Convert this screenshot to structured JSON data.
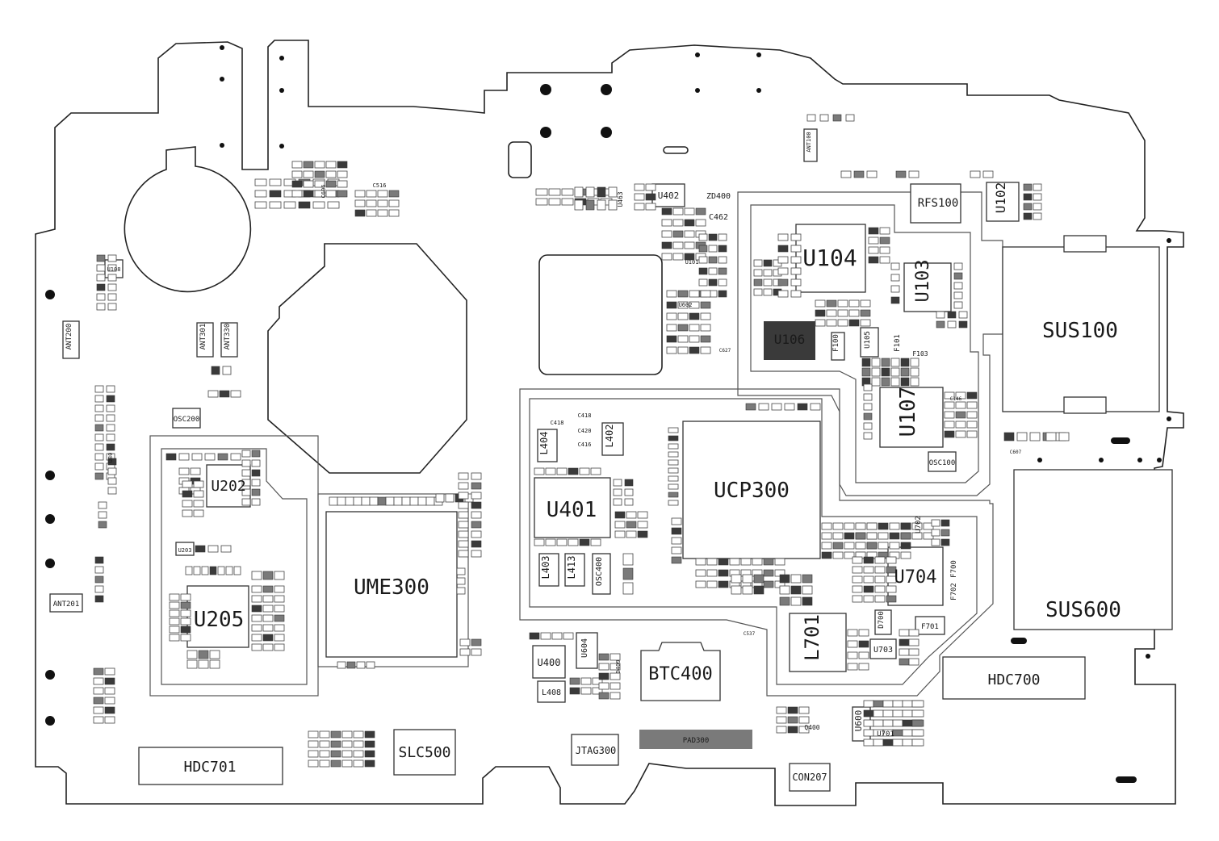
{
  "board": {
    "colors": {
      "outline": "#222222",
      "pad_dark": "#3a3a3a",
      "pad_mid": "#7a7a7a",
      "pad_label": "#555555"
    },
    "components": {
      "u104": "U104",
      "u103": "U103",
      "u106": "U106",
      "u107": "U107",
      "u102": "U102",
      "rfs100": "RFS100",
      "sus100": "SUS100",
      "sus600": "SUS600",
      "ucp300": "UCP300",
      "u401": "U401",
      "ume300": "UME300",
      "u202": "U202",
      "u205": "U205",
      "u704": "U704",
      "l701": "L701",
      "btc400": "BTC400",
      "hdc700": "HDC700",
      "hdc701": "HDC701",
      "slc500": "SLC500",
      "jtag300": "JTAG300",
      "pad300": "PAD300",
      "con207": "CON207",
      "u402": "U402",
      "zd400": "ZD400",
      "c462": "C462",
      "u400": "U400",
      "l408": "L408",
      "u604": "U604",
      "osc200": "OSC200",
      "osc100": "OSC100",
      "osc400": "OSC400",
      "ant200": "ANT200",
      "ant201": "ANT201",
      "ant301": "ANT301",
      "ant330": "ANT330",
      "ant100": "ANT100",
      "u600": "U600",
      "u701": "U701",
      "u703": "U703",
      "d700": "D700",
      "f701": "F701",
      "f700": "F700",
      "f702": "F702",
      "u702": "U702",
      "f100": "F100",
      "f101": "F101",
      "f103": "F103",
      "u105": "U105",
      "l404": "L404",
      "l402": "L402",
      "l403": "L403",
      "l413": "L413",
      "c418": "C418",
      "c420": "C420",
      "c416": "C416",
      "c418b": "C418",
      "c516": "C516",
      "c146": "C146",
      "c607": "C607",
      "c537": "C537",
      "c627": "C627",
      "u203": "U203",
      "u108": "U108",
      "u463": "U463",
      "u101": "U101",
      "u602": "U602",
      "q400": "Q400",
      "d409": "D409",
      "u80": "U80",
      "c606": "C606"
    }
  }
}
